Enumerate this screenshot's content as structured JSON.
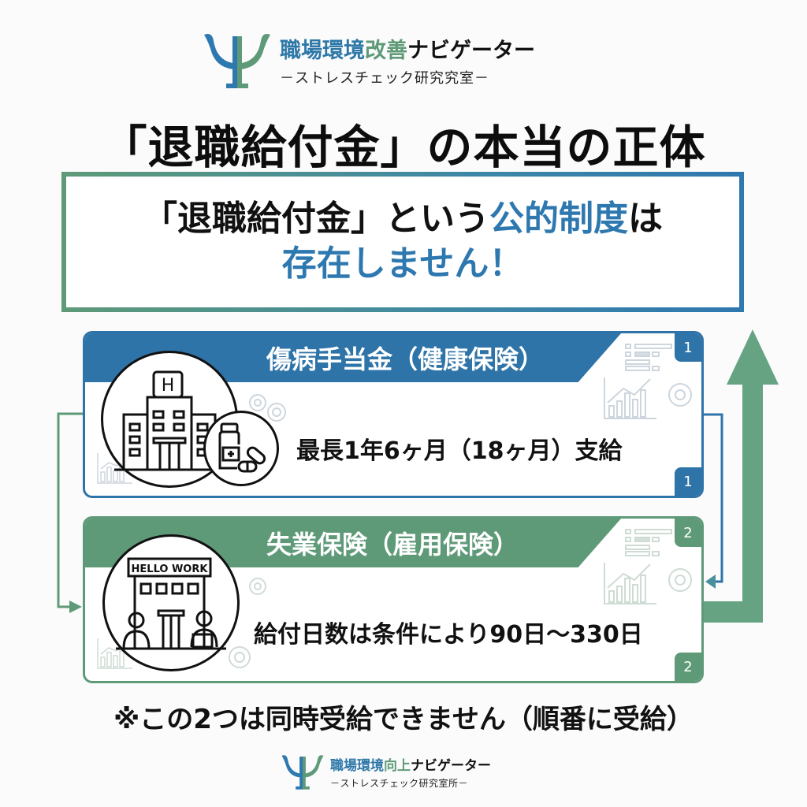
{
  "header_logo": {
    "icon": "psi-icon",
    "name_part_blue": "職場環境",
    "name_part_green": "改善",
    "name_part_black": "ナビゲーター",
    "subtitle": "－ストレスチェック研究究室－"
  },
  "main_title": "「退職給付金」の本当の正体",
  "hero": {
    "line1_black": "「退職給付金」という",
    "line1_blue": "公的制度",
    "line1_black_end": "は",
    "line2": "存在しません！"
  },
  "cards": [
    {
      "number": "1",
      "title": "傷病手当金（健康保険）",
      "text": "最長1年6ヶ月（18ヶ月）支給",
      "icon": "hospital-icon",
      "sub_icon": "medicine-bottle-icon",
      "color": "#2e74a8"
    },
    {
      "number": "2",
      "title": "失業保険（雇用保険）",
      "text": "給付日数は条件により90日〜330日",
      "icon": "hello-work-office-icon",
      "sign_text": "HELLO WORK",
      "color": "#5e9a78"
    }
  ],
  "note": "※この2つは同時受給できません（順番に受給）",
  "footer_logo": {
    "icon": "psi-icon",
    "name_part_blue": "職場環境",
    "name_part_green": "向上",
    "name_part_black": "ナビゲーター",
    "subtitle": "－ストレスチェック研究室所－"
  },
  "colors": {
    "blue": "#2e74a8",
    "green": "#5e9a78",
    "text": "#111111"
  }
}
